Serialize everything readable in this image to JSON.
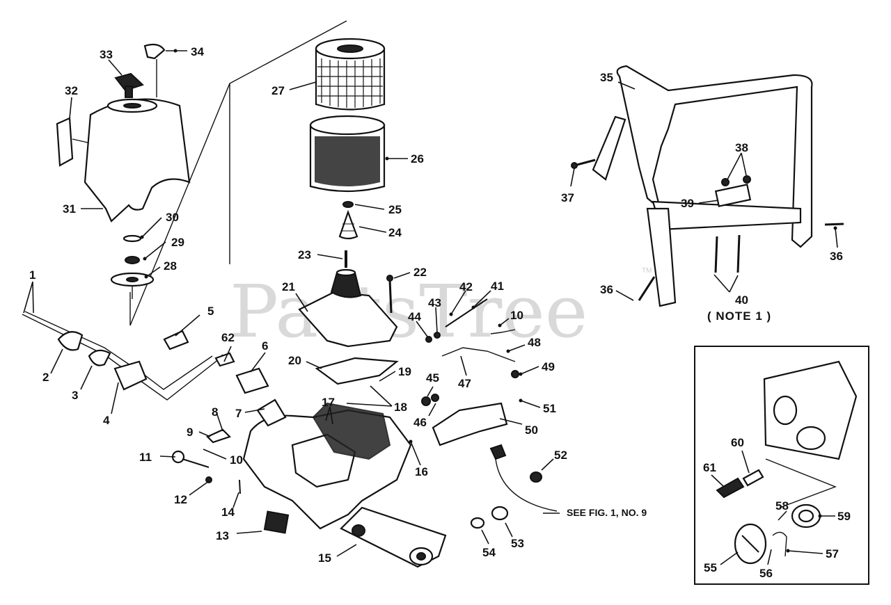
{
  "watermark": {
    "text": "PartsTree",
    "trademark": "TM"
  },
  "labels": [
    {
      "id": "1",
      "text": "1"
    },
    {
      "id": "2",
      "text": "2"
    },
    {
      "id": "3",
      "text": "3"
    },
    {
      "id": "4",
      "text": "4"
    },
    {
      "id": "5",
      "text": "5"
    },
    {
      "id": "6",
      "text": "6"
    },
    {
      "id": "7",
      "text": "7"
    },
    {
      "id": "8",
      "text": "8"
    },
    {
      "id": "9",
      "text": "9"
    },
    {
      "id": "10a",
      "text": "10"
    },
    {
      "id": "10b",
      "text": "10"
    },
    {
      "id": "11",
      "text": "11"
    },
    {
      "id": "12",
      "text": "12"
    },
    {
      "id": "13",
      "text": "13"
    },
    {
      "id": "14",
      "text": "14"
    },
    {
      "id": "15",
      "text": "15"
    },
    {
      "id": "16",
      "text": "16"
    },
    {
      "id": "17",
      "text": "17"
    },
    {
      "id": "18",
      "text": "18"
    },
    {
      "id": "19",
      "text": "19"
    },
    {
      "id": "20",
      "text": "20"
    },
    {
      "id": "21",
      "text": "21"
    },
    {
      "id": "22",
      "text": "22"
    },
    {
      "id": "23",
      "text": "23"
    },
    {
      "id": "24",
      "text": "24"
    },
    {
      "id": "25",
      "text": "25"
    },
    {
      "id": "26",
      "text": "26"
    },
    {
      "id": "27",
      "text": "27"
    },
    {
      "id": "28",
      "text": "28"
    },
    {
      "id": "29",
      "text": "29"
    },
    {
      "id": "30",
      "text": "30"
    },
    {
      "id": "31",
      "text": "31"
    },
    {
      "id": "32",
      "text": "32"
    },
    {
      "id": "33",
      "text": "33"
    },
    {
      "id": "34",
      "text": "34"
    },
    {
      "id": "35",
      "text": "35"
    },
    {
      "id": "36a",
      "text": "36"
    },
    {
      "id": "36b",
      "text": "36"
    },
    {
      "id": "37",
      "text": "37"
    },
    {
      "id": "38",
      "text": "38"
    },
    {
      "id": "39",
      "text": "39"
    },
    {
      "id": "40",
      "text": "40"
    },
    {
      "id": "41",
      "text": "41"
    },
    {
      "id": "42",
      "text": "42"
    },
    {
      "id": "43",
      "text": "43"
    },
    {
      "id": "44",
      "text": "44"
    },
    {
      "id": "45",
      "text": "45"
    },
    {
      "id": "46",
      "text": "46"
    },
    {
      "id": "47",
      "text": "47"
    },
    {
      "id": "48",
      "text": "48"
    },
    {
      "id": "49",
      "text": "49"
    },
    {
      "id": "50",
      "text": "50"
    },
    {
      "id": "51",
      "text": "51"
    },
    {
      "id": "52",
      "text": "52"
    },
    {
      "id": "53",
      "text": "53"
    },
    {
      "id": "54",
      "text": "54"
    },
    {
      "id": "55",
      "text": "55"
    },
    {
      "id": "56",
      "text": "56"
    },
    {
      "id": "57",
      "text": "57"
    },
    {
      "id": "58",
      "text": "58"
    },
    {
      "id": "59",
      "text": "59"
    },
    {
      "id": "60",
      "text": "60"
    },
    {
      "id": "61",
      "text": "61"
    },
    {
      "id": "62",
      "text": "62"
    }
  ],
  "note": "( NOTE 1 )",
  "reference": "SEE FIG. 1, NO. 9"
}
